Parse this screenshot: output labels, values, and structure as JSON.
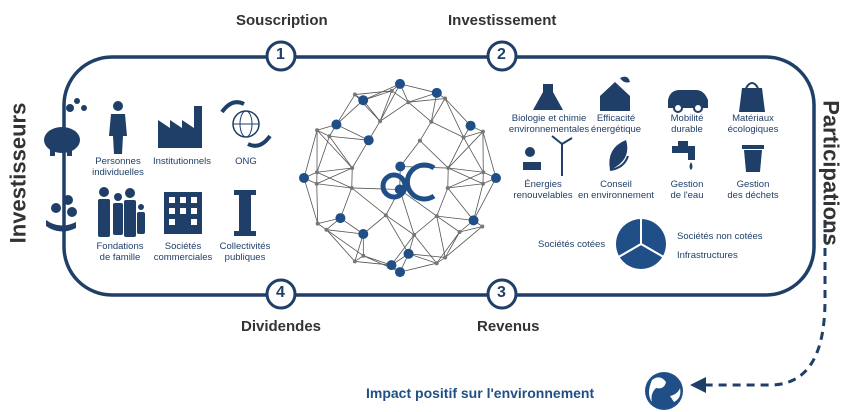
{
  "stages": {
    "subscription": {
      "number": "1",
      "label": "Souscription"
    },
    "investment": {
      "number": "2",
      "label": "Investissement"
    },
    "revenues": {
      "number": "3",
      "label": "Revenus"
    },
    "dividends": {
      "number": "4",
      "label": "Dividendes"
    }
  },
  "sides": {
    "investors": "Investisseurs",
    "participations": "Participations"
  },
  "investors": [
    {
      "label": "Personnes\nindividuelles",
      "icon": "person-icon"
    },
    {
      "label": "Institutionnels",
      "icon": "factory-icon"
    },
    {
      "label": "ONG",
      "icon": "globe-hands-icon"
    },
    {
      "label": "Fondations\nde famille",
      "icon": "family-icon"
    },
    {
      "label": "Sociétés\ncommerciales",
      "icon": "office-building-icon"
    },
    {
      "label": "Collectivités\npubliques",
      "icon": "column-icon"
    }
  ],
  "sectors": [
    {
      "label": "Biologie et chimie\nenvironnementales",
      "icon": "flask-icon"
    },
    {
      "label": "Efficacité\nénergétique",
      "icon": "green-house-icon"
    },
    {
      "label": "Mobilité\ndurable",
      "icon": "car-icon"
    },
    {
      "label": "Matériaux\nécologiques",
      "icon": "recycle-bag-icon"
    },
    {
      "label": "Énergies\nrenouvelables",
      "icon": "wind-solar-icon"
    },
    {
      "label": "Conseil\nen environnement",
      "icon": "leaf-icon"
    },
    {
      "label": "Gestion\nde l'eau",
      "icon": "water-tap-icon"
    },
    {
      "label": "Gestion\ndes déchets",
      "icon": "recycle-bin-icon"
    }
  ],
  "portfolio": {
    "left_label": "Sociétés cotées",
    "right_top_label": "Sociétés non cotées",
    "right_bottom_label": "Infrastructures"
  },
  "impact": {
    "label": "Impact positif sur l'environnement",
    "icon": "earth-icon"
  },
  "colors": {
    "primary": "#1f3f68",
    "accent": "#1f4f86",
    "text": "#333333",
    "sphere": "#555555"
  }
}
